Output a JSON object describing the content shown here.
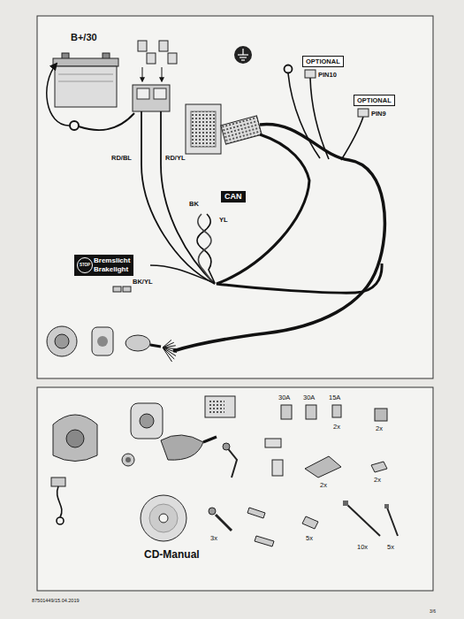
{
  "diagram": {
    "nodes": [
      {
        "text": [
          "OPTIONAL"
        ]
      },
      {
        "text": [
          "OPTIONAL"
        ]
      },
      {
        "text": [
          "CAN"
        ]
      },
      {
        "text": [
          "Bremslicht Brakelight"
        ]
      }
    ],
    "labels": [
      "B+/30",
      "RD/BL",
      "RD/YL",
      "PIN10",
      "PIN9",
      "BK",
      "YL",
      "STOP",
      "BK/YL",
      "30A",
      "30A",
      "15A",
      "2x",
      "2x",
      "2x",
      "2x",
      "CD-Manual",
      "3x",
      "5x",
      "10x",
      "5x",
      "87501449/15.04.2019",
      "3/6"
    ]
  }
}
